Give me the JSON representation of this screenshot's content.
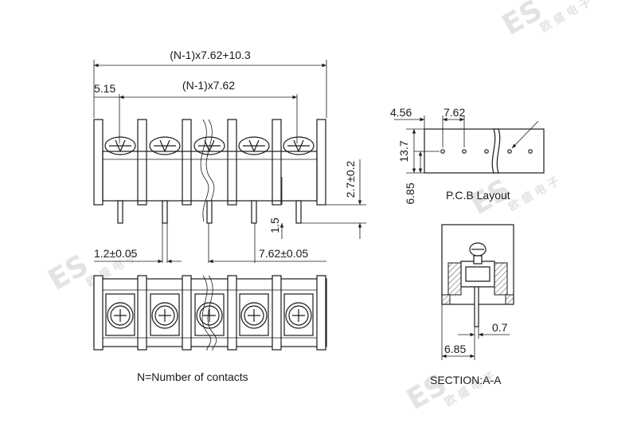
{
  "watermark": {
    "logo": "ES",
    "chinese": "欧 盛 电 子"
  },
  "top_view": {
    "overall_width_label": "(N-1)x7.62+10.3",
    "pitch_span_label": "(N-1)x7.62",
    "edge_offset_label": "5.15",
    "height_label": "2.7±0.2",
    "pin_length_label": "1.5",
    "pin_width_label": "1.2±0.05",
    "pitch_label": "7.62±0.05"
  },
  "front_view": {
    "caption": "N=Number of contacts"
  },
  "pcb_layout": {
    "caption": "P.C.B Layout",
    "dim_edge_label": "4.56",
    "dim_pitch_label": "7.62",
    "dim_height_label": "13.7",
    "dim_row_label": "6.85"
  },
  "section": {
    "caption": "SECTION:A-A",
    "dim_pin_label": "0.7",
    "dim_offset_label": "6.85"
  }
}
